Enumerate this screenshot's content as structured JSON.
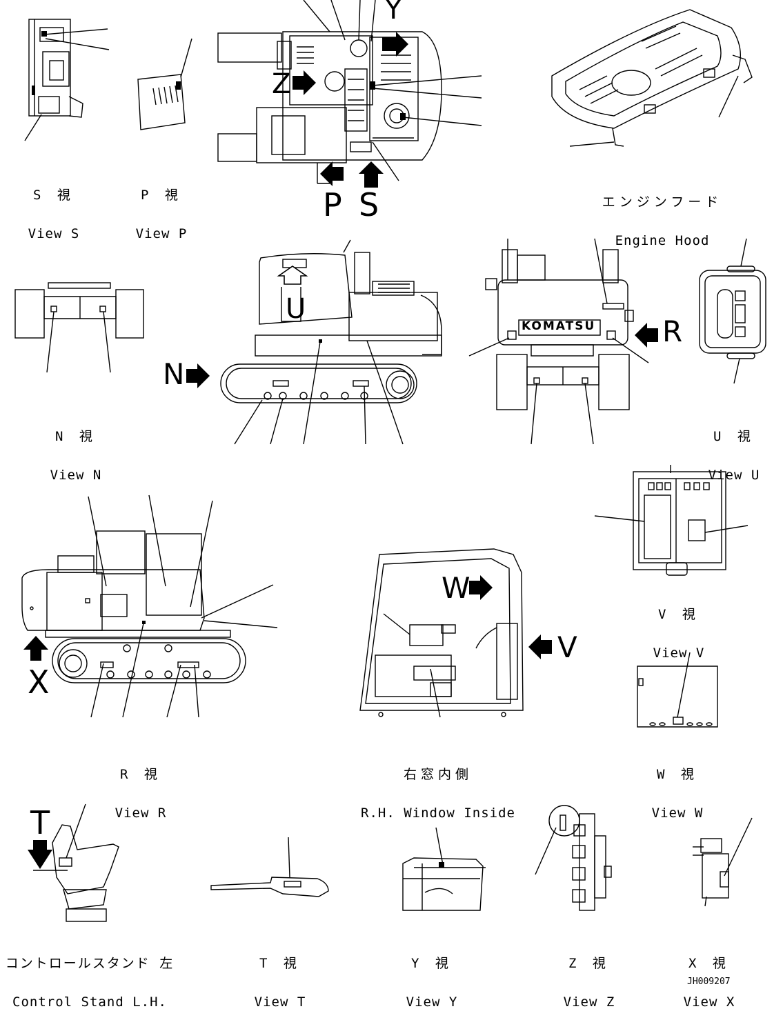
{
  "views": {
    "view_s": {
      "jp": "S 視",
      "en": "View S"
    },
    "view_p": {
      "jp": "P 視",
      "en": "View P"
    },
    "engine_hood": {
      "jp": "エンジンフード",
      "en": "Engine Hood"
    },
    "view_n": {
      "jp": "N 視",
      "en": "View N"
    },
    "view_u": {
      "jp": "U 視",
      "en": "View U"
    },
    "view_v": {
      "jp": "V 視",
      "en": "View V"
    },
    "view_r": {
      "jp": "R 視",
      "en": "View R"
    },
    "rh_window": {
      "jp": "右窓内側",
      "en": "R.H. Window Inside"
    },
    "view_w": {
      "jp": "W 視",
      "en": "View W"
    },
    "control_stand": {
      "jp": "コントロールスタンド 左",
      "en": "Control Stand L.H."
    },
    "view_t": {
      "jp": "T 視",
      "en": "View T"
    },
    "view_y": {
      "jp": "Y 視",
      "en": "View Y"
    },
    "view_z": {
      "jp": "Z 視",
      "en": "View Z"
    },
    "view_x": {
      "jp": "X 視",
      "en": "View X"
    }
  },
  "arrow_letters": {
    "y": "Y",
    "z": "Z",
    "p": "P",
    "s": "S",
    "n": "N",
    "r": "R",
    "u": "U",
    "w": "W",
    "v": "V",
    "x": "X",
    "t": "T"
  },
  "brand": "KOMATSU",
  "drawing_code": "JH009207"
}
